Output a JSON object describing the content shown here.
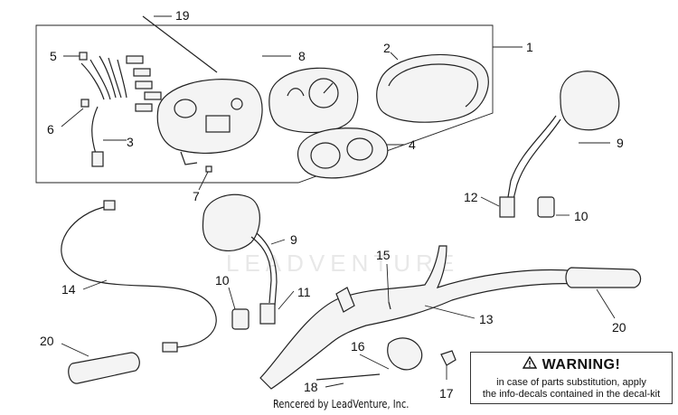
{
  "callouts": {
    "c1": "1",
    "c2": "2",
    "c3": "3",
    "c4": "4",
    "c5": "5",
    "c6": "6",
    "c7": "7",
    "c8": "8",
    "c9a": "9",
    "c9b": "9",
    "c10a": "10",
    "c10b": "10",
    "c11": "11",
    "c12": "12",
    "c13": "13",
    "c14": "14",
    "c15": "15",
    "c16": "16",
    "c17": "17",
    "c18": "18",
    "c19": "19",
    "c20a": "20",
    "c20b": "20"
  },
  "warning": {
    "title": "WARNING!",
    "line1": "in case of parts substitution, apply",
    "line2": "the info-decals contained in the decal-kit"
  },
  "credit": "Rencered by LeadVenture, Inc.",
  "watermark": "LEADVENTURE",
  "colors": {
    "line": "#222222",
    "background": "#ffffff"
  }
}
